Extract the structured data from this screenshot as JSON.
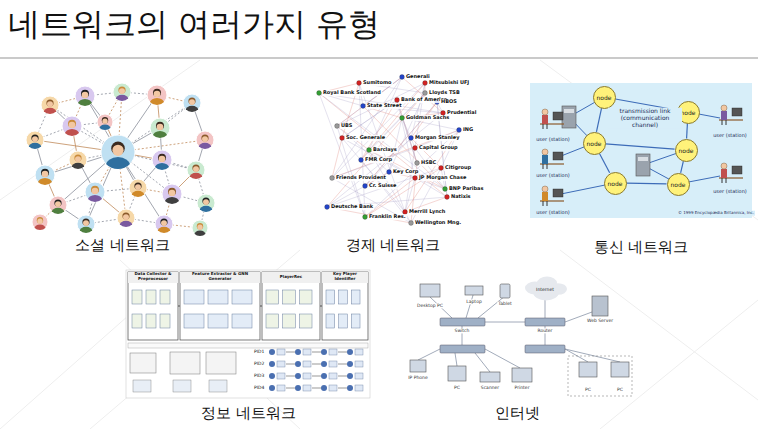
{
  "diagram": {
    "title": "네트워크의 여러가지 유형",
    "nodes": [
      {
        "text": [
          "소셜 네트워크"
        ]
      },
      {
        "text": [
          "경제 네트워크"
        ]
      },
      {
        "text": [
          "통신 네트워크"
        ]
      },
      {
        "text": [
          "정보 네트워크"
        ]
      },
      {
        "text": [
          "인터넷"
        ]
      },
      {
        "text": [
          "node"
        ],
        "in": 2
      },
      {
        "text": [
          "node"
        ],
        "in": 2
      },
      {
        "text": [
          "node"
        ],
        "in": 2
      },
      {
        "text": [
          "node"
        ],
        "in": 2
      },
      {
        "text": [
          "node"
        ],
        "in": 2
      },
      {
        "text": [
          "node"
        ],
        "in": 2
      }
    ],
    "edges": [
      {
        "from": 5,
        "to": 6,
        "arrow": "none"
      },
      {
        "from": 5,
        "to": 7,
        "arrow": "none"
      },
      {
        "from": 6,
        "to": 8,
        "arrow": "none"
      },
      {
        "from": 7,
        "to": 8,
        "arrow": "none"
      },
      {
        "from": 7,
        "to": 9,
        "arrow": "none"
      },
      {
        "from": 8,
        "to": 10,
        "arrow": "none"
      },
      {
        "from": 9,
        "to": 10,
        "arrow": "none"
      }
    ],
    "labels": [
      "Sumitomo",
      "Generali",
      "Mitsubishi UFJ",
      "Royal Bank Scotland",
      "Lloyds TSB",
      "State Street",
      "Bank of America",
      "HBOS",
      "Prudential",
      "Goldman Sachs",
      "UBS",
      "ING",
      "Soc. Generale",
      "Morgan Stanley",
      "Capital Group",
      "Barclays",
      "HSBC",
      "FMR Corp",
      "Citigroup",
      "Key Corp",
      "JP Morgan Chase",
      "BNP Paribas",
      "Friends Provident",
      "Cr. Suisse",
      "Natixis",
      "Deutsche Bank",
      "Merrill Lynch",
      "Franklin Res.",
      "Wellington Mng.",
      "transmission link (communication channel)",
      "user (station)",
      "user (station)",
      "user (station)",
      "user (station)",
      "user (station)",
      "© 1999 Encyclopædia Britannica, Inc.",
      "Data Collector & Preprocessor",
      "Feature Extractor & GNN Generator",
      "PlayerRec",
      "Key Player Identifier",
      "PID1",
      "PID2",
      "PID3",
      "PID4",
      "Internet",
      "Desktop PC",
      "Laptop",
      "Tablet",
      "Web Server",
      "Switch",
      "Router",
      "IP Phone",
      "PC",
      "Scanner",
      "Printer",
      "PC",
      "PC"
    ]
  }
}
